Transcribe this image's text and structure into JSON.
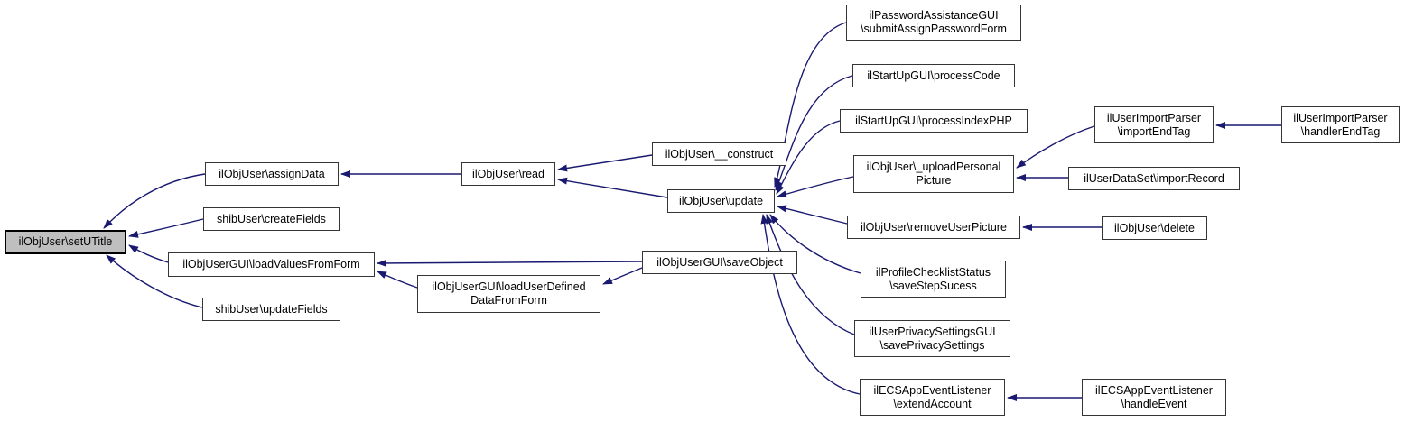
{
  "diagram": {
    "type": "caller-graph",
    "highlighted_node": "ilObjUser\\setUTitle",
    "colors": {
      "edge": "#191970",
      "node_border": "#353535",
      "node_fill": "#ffffff",
      "highlight_fill": "#bfbfbf",
      "background": "#ffffff"
    },
    "nodes": [
      {
        "id": "setUTitle",
        "label": "ilObjUser\\setUTitle"
      },
      {
        "id": "assignData",
        "label": "ilObjUser\\assignData"
      },
      {
        "id": "createFields",
        "label": "shibUser\\createFields"
      },
      {
        "id": "loadValuesFromForm",
        "label": "ilObjUserGUI\\loadValuesFromForm"
      },
      {
        "id": "updateFields",
        "label": "shibUser\\updateFields"
      },
      {
        "id": "read",
        "label": "ilObjUser\\read"
      },
      {
        "id": "construct",
        "label": "ilObjUser\\__construct"
      },
      {
        "id": "update",
        "label": "ilObjUser\\update"
      },
      {
        "id": "saveObject",
        "label": "ilObjUserGUI\\saveObject"
      },
      {
        "id": "loadUserDefinedDataFromForm",
        "label": "ilObjUserGUI\\loadUserDefined\nDataFromForm"
      },
      {
        "id": "submitAssignPasswordForm",
        "label": "ilPasswordAssistanceGUI\n\\submitAssignPasswordForm"
      },
      {
        "id": "processCode",
        "label": "ilStartUpGUI\\processCode"
      },
      {
        "id": "processIndexPHP",
        "label": "ilStartUpGUI\\processIndexPHP"
      },
      {
        "id": "uploadPersonalPicture",
        "label": "ilObjUser\\_uploadPersonal\nPicture"
      },
      {
        "id": "removeUserPicture",
        "label": "ilObjUser\\removeUserPicture"
      },
      {
        "id": "saveStepSucess",
        "label": "ilProfileChecklistStatus\n\\saveStepSucess"
      },
      {
        "id": "savePrivacySettings",
        "label": "ilUserPrivacySettingsGUI\n\\savePrivacySettings"
      },
      {
        "id": "extendAccount",
        "label": "ilECSAppEventListener\n\\extendAccount"
      },
      {
        "id": "importEndTag",
        "label": "ilUserImportParser\n\\importEndTag"
      },
      {
        "id": "handlerEndTag",
        "label": "ilUserImportParser\n\\handlerEndTag"
      },
      {
        "id": "importRecord",
        "label": "ilUserDataSet\\importRecord"
      },
      {
        "id": "delete",
        "label": "ilObjUser\\delete"
      },
      {
        "id": "handleEvent",
        "label": "ilECSAppEventListener\n\\handleEvent"
      }
    ],
    "edges": [
      {
        "from": "ilObjUser\\assignData",
        "to": "ilObjUser\\setUTitle"
      },
      {
        "from": "shibUser\\createFields",
        "to": "ilObjUser\\setUTitle"
      },
      {
        "from": "ilObjUserGUI\\loadValuesFromForm",
        "to": "ilObjUser\\setUTitle"
      },
      {
        "from": "shibUser\\updateFields",
        "to": "ilObjUser\\setUTitle"
      },
      {
        "from": "ilObjUser\\read",
        "to": "ilObjUser\\assignData"
      },
      {
        "from": "ilObjUser\\__construct",
        "to": "ilObjUser\\read"
      },
      {
        "from": "ilObjUser\\update",
        "to": "ilObjUser\\read"
      },
      {
        "from": "ilObjUserGUI\\saveObject",
        "to": "ilObjUserGUI\\loadValuesFromForm"
      },
      {
        "from": "ilObjUserGUI\\loadUserDefinedDataFromForm",
        "to": "ilObjUserGUI\\loadValuesFromForm"
      },
      {
        "from": "ilObjUserGUI\\saveObject",
        "to": "ilObjUserGUI\\loadUserDefinedDataFromForm"
      },
      {
        "from": "ilPasswordAssistanceGUI\\submitAssignPasswordForm",
        "to": "ilObjUser\\update"
      },
      {
        "from": "ilStartUpGUI\\processCode",
        "to": "ilObjUser\\update"
      },
      {
        "from": "ilStartUpGUI\\processIndexPHP",
        "to": "ilObjUser\\update"
      },
      {
        "from": "ilObjUser\\_uploadPersonalPicture",
        "to": "ilObjUser\\update"
      },
      {
        "from": "ilObjUser\\removeUserPicture",
        "to": "ilObjUser\\update"
      },
      {
        "from": "ilProfileChecklistStatus\\saveStepSucess",
        "to": "ilObjUser\\update"
      },
      {
        "from": "ilUserPrivacySettingsGUI\\savePrivacySettings",
        "to": "ilObjUser\\update"
      },
      {
        "from": "ilECSAppEventListener\\extendAccount",
        "to": "ilObjUser\\update"
      },
      {
        "from": "ilUserImportParser\\importEndTag",
        "to": "ilObjUser\\_uploadPersonalPicture"
      },
      {
        "from": "ilUserDataSet\\importRecord",
        "to": "ilObjUser\\_uploadPersonalPicture"
      },
      {
        "from": "ilUserImportParser\\handlerEndTag",
        "to": "ilUserImportParser\\importEndTag"
      },
      {
        "from": "ilObjUser\\delete",
        "to": "ilObjUser\\removeUserPicture"
      },
      {
        "from": "ilECSAppEventListener\\handleEvent",
        "to": "ilECSAppEventListener\\extendAccount"
      }
    ]
  }
}
